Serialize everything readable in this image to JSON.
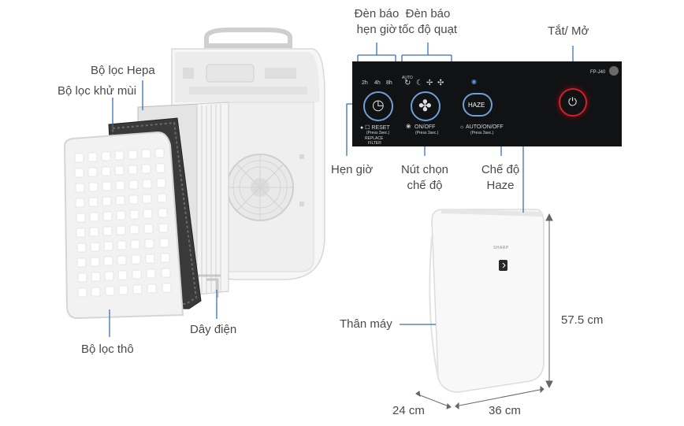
{
  "labels": {
    "hepa_filter": "Bộ lọc Hepa",
    "deodorizing_filter": "Bộ lọc khử mùi",
    "coarse_filter": "Bộ lọc thô",
    "power_cord": "Dây điện",
    "body": "Thân máy",
    "timer_indicator_line1": "Đèn báo",
    "timer_indicator_line2": "hẹn giờ",
    "fan_speed_indicator_line1": "Đèn báo",
    "fan_speed_indicator_line2": "tốc độ quạt",
    "power_on_off": "Tắt/ Mở",
    "timer": "Hẹn giờ",
    "mode_select_line1": "Nút chọn",
    "mode_select_line2": "chế độ",
    "haze_mode_line1": "Chế độ",
    "haze_mode_line2": "Haze"
  },
  "dimensions": {
    "height": "57.5 cm",
    "depth": "24 cm",
    "width": "36 cm"
  },
  "panel": {
    "model": "FP-J40",
    "timer_options": [
      "2h",
      "4h",
      "8h"
    ],
    "auto_label": "AUTO",
    "reset_label": "RESET",
    "reset_sub": "(Press 3sec.)",
    "replace_label": "REPLACE",
    "filter_label": "FILTER",
    "onoff_label": "ON/OFF",
    "onoff_sub": "(Press 3sec.)",
    "haze_button": "HAZE",
    "auto_onoff_label": "AUTO/ON/OFF",
    "auto_onoff_sub": "(Press 3sec.)"
  },
  "brand": "SHARP",
  "colors": {
    "callout_line": "#3b6fb5",
    "panel_bg": "#111214",
    "power_ring": "#d4202a",
    "button_ring": "#6d9fd8"
  }
}
